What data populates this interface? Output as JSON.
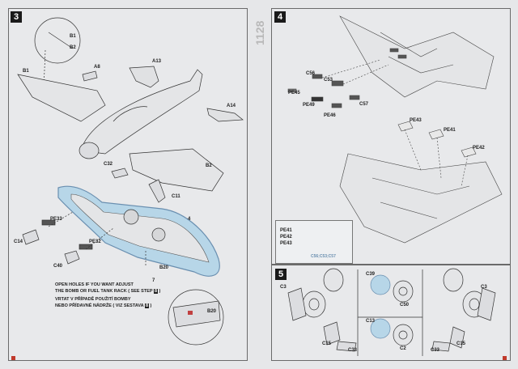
{
  "sheet_code": "1128",
  "steps": {
    "s3": "3",
    "s4": "4",
    "s5": "5"
  },
  "step3": {
    "parts": {
      "b1_top": "B1",
      "b2_top": "B2",
      "b1": "B1",
      "a8": "A8",
      "a13": "A13",
      "a14": "A14",
      "c32": "C32",
      "b2": "B2",
      "c11": "C11",
      "pe33": "PE33",
      "c14": "C14",
      "pe32": "PE32",
      "c40": "C40",
      "b20": "B20",
      "b20_inset": "B20",
      "num4": "4",
      "num7": "7"
    },
    "note_en_1": "OPEN HOLES IF YOU WANT ADJUST",
    "note_en_2": "THE BOMB OR FUEL TANK RACK ( SEE STEP",
    "note_cz_1": "VRTAT V PŘÍPADĚ POUŽITÍ BOMBY",
    "note_cz_2": "NEBO PŘÍDAVNÉ NÁDRŽE ( VIZ SESTAVA",
    "ref_step": "8"
  },
  "step4": {
    "parts": {
      "c56": "C56",
      "c53": "C53",
      "pe45": "PE45",
      "pe49": "PE49",
      "pe46": "PE46",
      "c57": "C57",
      "pe43": "PE43",
      "pe41": "PE41",
      "pe42": "PE42"
    },
    "inset": {
      "pe41": "PE41",
      "pe42": "PE42",
      "pe43": "PE43",
      "parts": "C56;C53;C57"
    }
  },
  "step5": {
    "parts": {
      "c3_l": "C3",
      "c15_l": "C15",
      "c33_l": "C33",
      "c39": "C39",
      "c50": "C50",
      "c13": "C13",
      "c2": "C2",
      "c3_r": "C3",
      "c15_r": "C15",
      "c33_r": "C33"
    }
  },
  "colors": {
    "line": "#333333",
    "highlight_blue": "#9bc4dc",
    "ref_blue": "#6a8fb0",
    "page_mark": "#c0392b"
  }
}
